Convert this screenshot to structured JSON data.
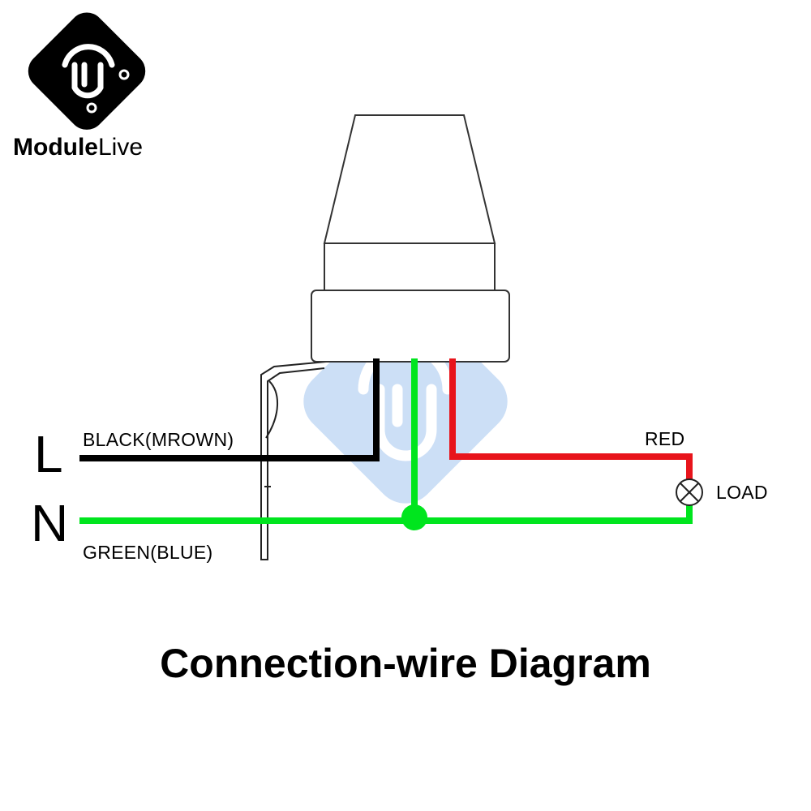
{
  "logo": {
    "brand_bold": "Module",
    "brand_light": "Live",
    "icon": "modulelive-logo-icon"
  },
  "diagram": {
    "title": "Connection-wire Diagram",
    "terminals": {
      "line": "L",
      "neutral": "N"
    },
    "wire_labels": {
      "black": "BLACK(MROWN)",
      "green": "GREEN(BLUE)",
      "red": "RED",
      "load": "LOAD"
    },
    "colors": {
      "black_wire": "#000000",
      "green_wire": "#00e51e",
      "red_wire": "#e8141b",
      "sensor_outline": "#333333",
      "watermark": "#4a90e2"
    },
    "icons": [
      "photocell-sensor-icon",
      "lamp-load-icon",
      "junction-dot-icon",
      "mounting-bracket-icon",
      "watermark-logo-icon"
    ]
  }
}
